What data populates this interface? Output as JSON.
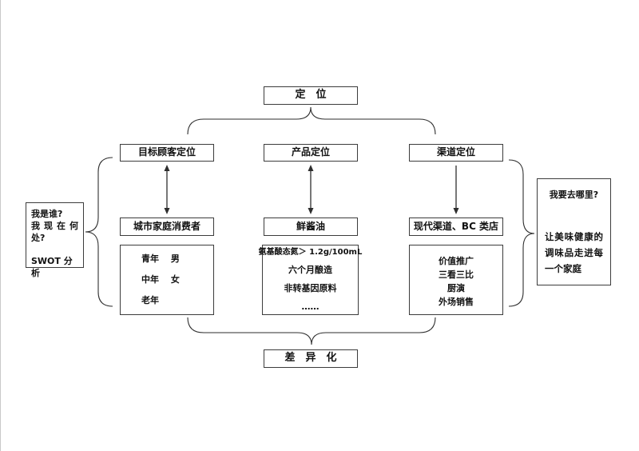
{
  "theme": {
    "line_color": "#2e2e2e",
    "box_border_color": "#3c3c3c",
    "text_color": "#111111",
    "page_edge_color": "#c9c9c9",
    "page_background": "#ffffff"
  },
  "top_box": {
    "label": "定　位"
  },
  "columns": [
    {
      "header": "目标顾客定位",
      "mid": "城市家庭消费者",
      "arrow": "double-vertical",
      "details": [
        "青年　 男",
        "中年　 女",
        "老年"
      ]
    },
    {
      "header": "产品定位",
      "mid": "鲜酱油",
      "arrow": "double-vertical",
      "details": [
        "氨基酸态氮＞ 1.2g/100mL",
        "六个月酿造",
        "非转基因原料",
        "……"
      ]
    },
    {
      "header": "渠道定位",
      "mid": "现代渠道、BC 类店",
      "arrow": "single-down",
      "details": [
        "价值推广",
        "三看三比",
        "厨演",
        "外场销售"
      ]
    }
  ],
  "left_note": {
    "line1": "我是谁?",
    "line2": "我现在何处?",
    "line3": "SWOT 分析"
  },
  "right_note": {
    "question": "我要去哪里?",
    "answer": "让美味健康的调味品走进每一个家庭"
  },
  "bottom_box": {
    "label": "差　异　化"
  }
}
